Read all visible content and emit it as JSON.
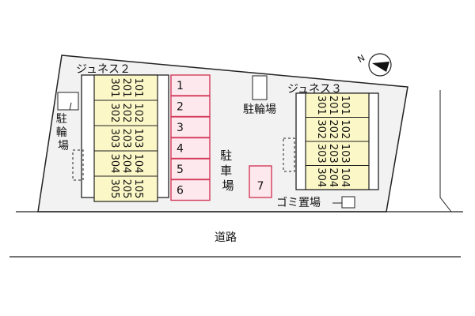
{
  "colors": {
    "background": "#ffffff",
    "lot": "#f2f2f2",
    "building": "#fbf7c6",
    "parking_fill": "#fde8ee",
    "parking_stroke": "#d43a5a",
    "line": "#222222"
  },
  "north_label": "N",
  "north_icon": "north-arrow-icon",
  "building_a": {
    "name": "ジュネス２",
    "columns": [
      {
        "units": [
          "301",
          "201",
          "101"
        ]
      },
      {
        "units": [
          "302",
          "202",
          "102"
        ]
      },
      {
        "units": [
          "303",
          "203",
          "103"
        ]
      },
      {
        "units": [
          "304",
          "204",
          "104"
        ]
      },
      {
        "units": [
          "305",
          "205",
          "105"
        ]
      }
    ]
  },
  "building_b": {
    "name": "ジュネス３",
    "columns": [
      {
        "units": [
          "301",
          "201",
          "101"
        ]
      },
      {
        "units": [
          "302",
          "202",
          "102"
        ]
      },
      {
        "units": [
          "303",
          "203",
          "103"
        ]
      },
      {
        "units": [
          "304",
          "204",
          "104"
        ]
      }
    ]
  },
  "parking_slots": [
    "1",
    "2",
    "3",
    "4",
    "5",
    "6",
    "7"
  ],
  "labels": {
    "bike_parking_left": "駐輪場",
    "bike_parking_top": "駐輪場",
    "parking": "駐車場",
    "garbage": "ゴミ置場",
    "road": "道路"
  }
}
